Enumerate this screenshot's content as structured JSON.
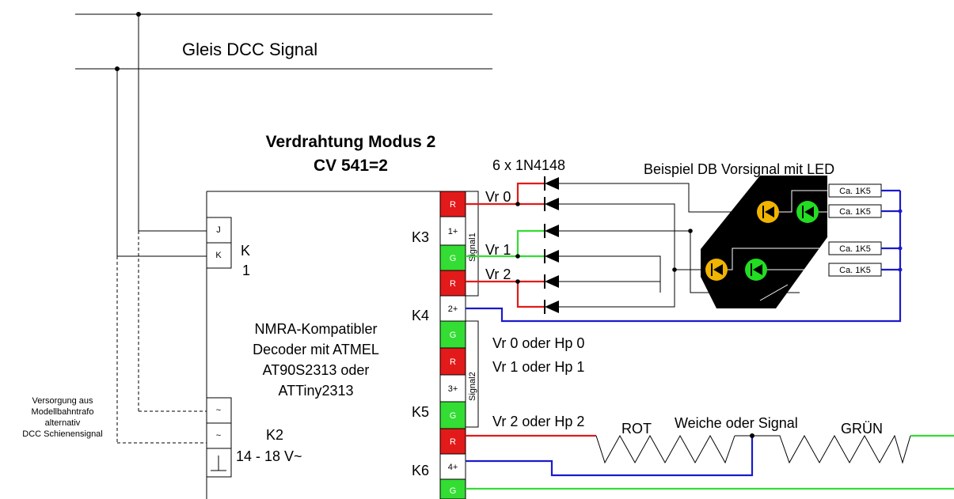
{
  "title_line1": "Verdrahtung Modus 2",
  "title_line2": "CV 541=2",
  "track_label": "Gleis DCC Signal",
  "diode_label": "6 x 1N4148",
  "signal_label": "Beispiel DB Vorsignal mit LED",
  "decoder_text": [
    "NMRA-Kompatibler",
    "Decoder mit ATMEL",
    "AT90S2313 oder",
    "ATTiny2313"
  ],
  "supply_text": [
    "Versorgung aus",
    "Modellbahntrafo",
    "alternativ",
    "DCC Schienensignal"
  ],
  "connectors": {
    "k1_pins": [
      "J",
      "K"
    ],
    "k1_label": "K",
    "k1_num": "1",
    "k2_pins": [
      "~",
      "~"
    ],
    "k2_label": "K2",
    "k2_voltage": "14 - 18 V~",
    "k3": "K3",
    "k4": "K4",
    "k5": "K5",
    "k6": "K6",
    "signal1": "Signal1",
    "signal2": "Signal2"
  },
  "terminals": [
    "R",
    "1+",
    "G",
    "R",
    "2+",
    "G",
    "R",
    "3+",
    "G",
    "R",
    "4+",
    "G"
  ],
  "wire_labels": {
    "vr0": "Vr 0",
    "vr1": "Vr 1",
    "vr2": "Vr 2"
  },
  "resistors": [
    "Ca. 1K5",
    "Ca. 1K5",
    "Ca. 1K5",
    "Ca. 1K5"
  ],
  "k5_notes": [
    "Vr 0 oder Hp 0",
    "Vr 1 oder Hp 1",
    "Vr 2 oder Hp 2"
  ],
  "turnout": {
    "rot": "ROT",
    "label": "Weiche oder Signal",
    "gruen": "GRÜN"
  },
  "colors": {
    "red": "#e31a1a",
    "green": "#33dd33",
    "blue": "#1a1acc",
    "led_yellow": "#f0b400",
    "led_green": "#22dd22"
  }
}
